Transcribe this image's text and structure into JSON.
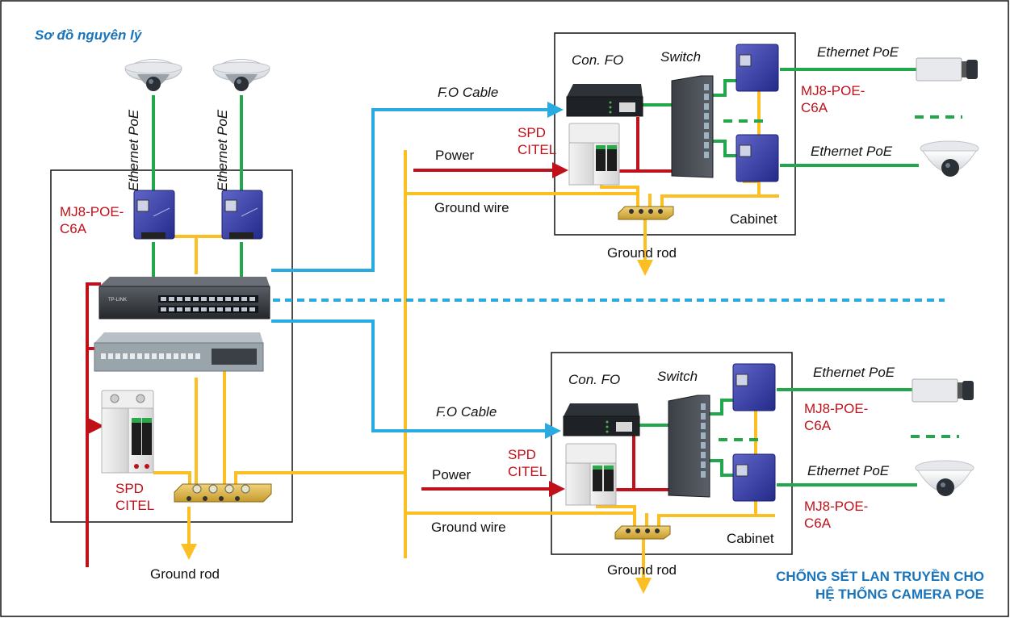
{
  "header": {
    "title": "Sơ đồ nguyên lý"
  },
  "footer": {
    "title_line1": "CHỐNG SÉT LAN TRUYỀN CHO",
    "title_line2": "HỆ THỐNG CAMERA POE"
  },
  "left_panel": {
    "ethernet_left": "Ethernet PoE",
    "ethernet_right": "Ethernet PoE",
    "protector_line1": "MJ8-POE-",
    "protector_line2": "C6A",
    "spd_line1": "SPD",
    "spd_line2": "CITEL",
    "ground_rod": "Ground rod"
  },
  "top_cabinet": {
    "con_fo": "Con. FO",
    "switch": "Switch",
    "fo_cable": "F.O Cable",
    "spd_line1": "SPD",
    "spd_line2": "CITEL",
    "power": "Power",
    "ground_wire": "Ground wire",
    "ground_rod": "Ground rod",
    "cabinet": "Cabinet",
    "ethernet_top": "Ethernet PoE",
    "ethernet_bottom": "Ethernet PoE",
    "protector_line1": "MJ8-POE-",
    "protector_line2": "C6A"
  },
  "bottom_cabinet": {
    "con_fo": "Con. FO",
    "switch": "Switch",
    "fo_cable": "F.O Cable",
    "spd_line1": "SPD",
    "spd_line2": "CITEL",
    "power": "Power",
    "ground_wire": "Ground wire",
    "ground_rod": "Ground rod",
    "cabinet": "Cabinet",
    "ethernet_top": "Ethernet PoE",
    "ethernet_bottom": "Ethernet PoE",
    "protector_top_line1": "MJ8-POE-",
    "protector_top_line2": "C6A",
    "protector_bottom_line1": "MJ8-POE-",
    "protector_bottom_line2": "C6A"
  },
  "colors": {
    "fiber_blue": "#29abe2",
    "poe_green": "#22a84a",
    "ground_yellow": "#fbbf24",
    "power_red": "#c0111b",
    "label_red": "#c0111b",
    "title_blue": "#1b75bb"
  }
}
